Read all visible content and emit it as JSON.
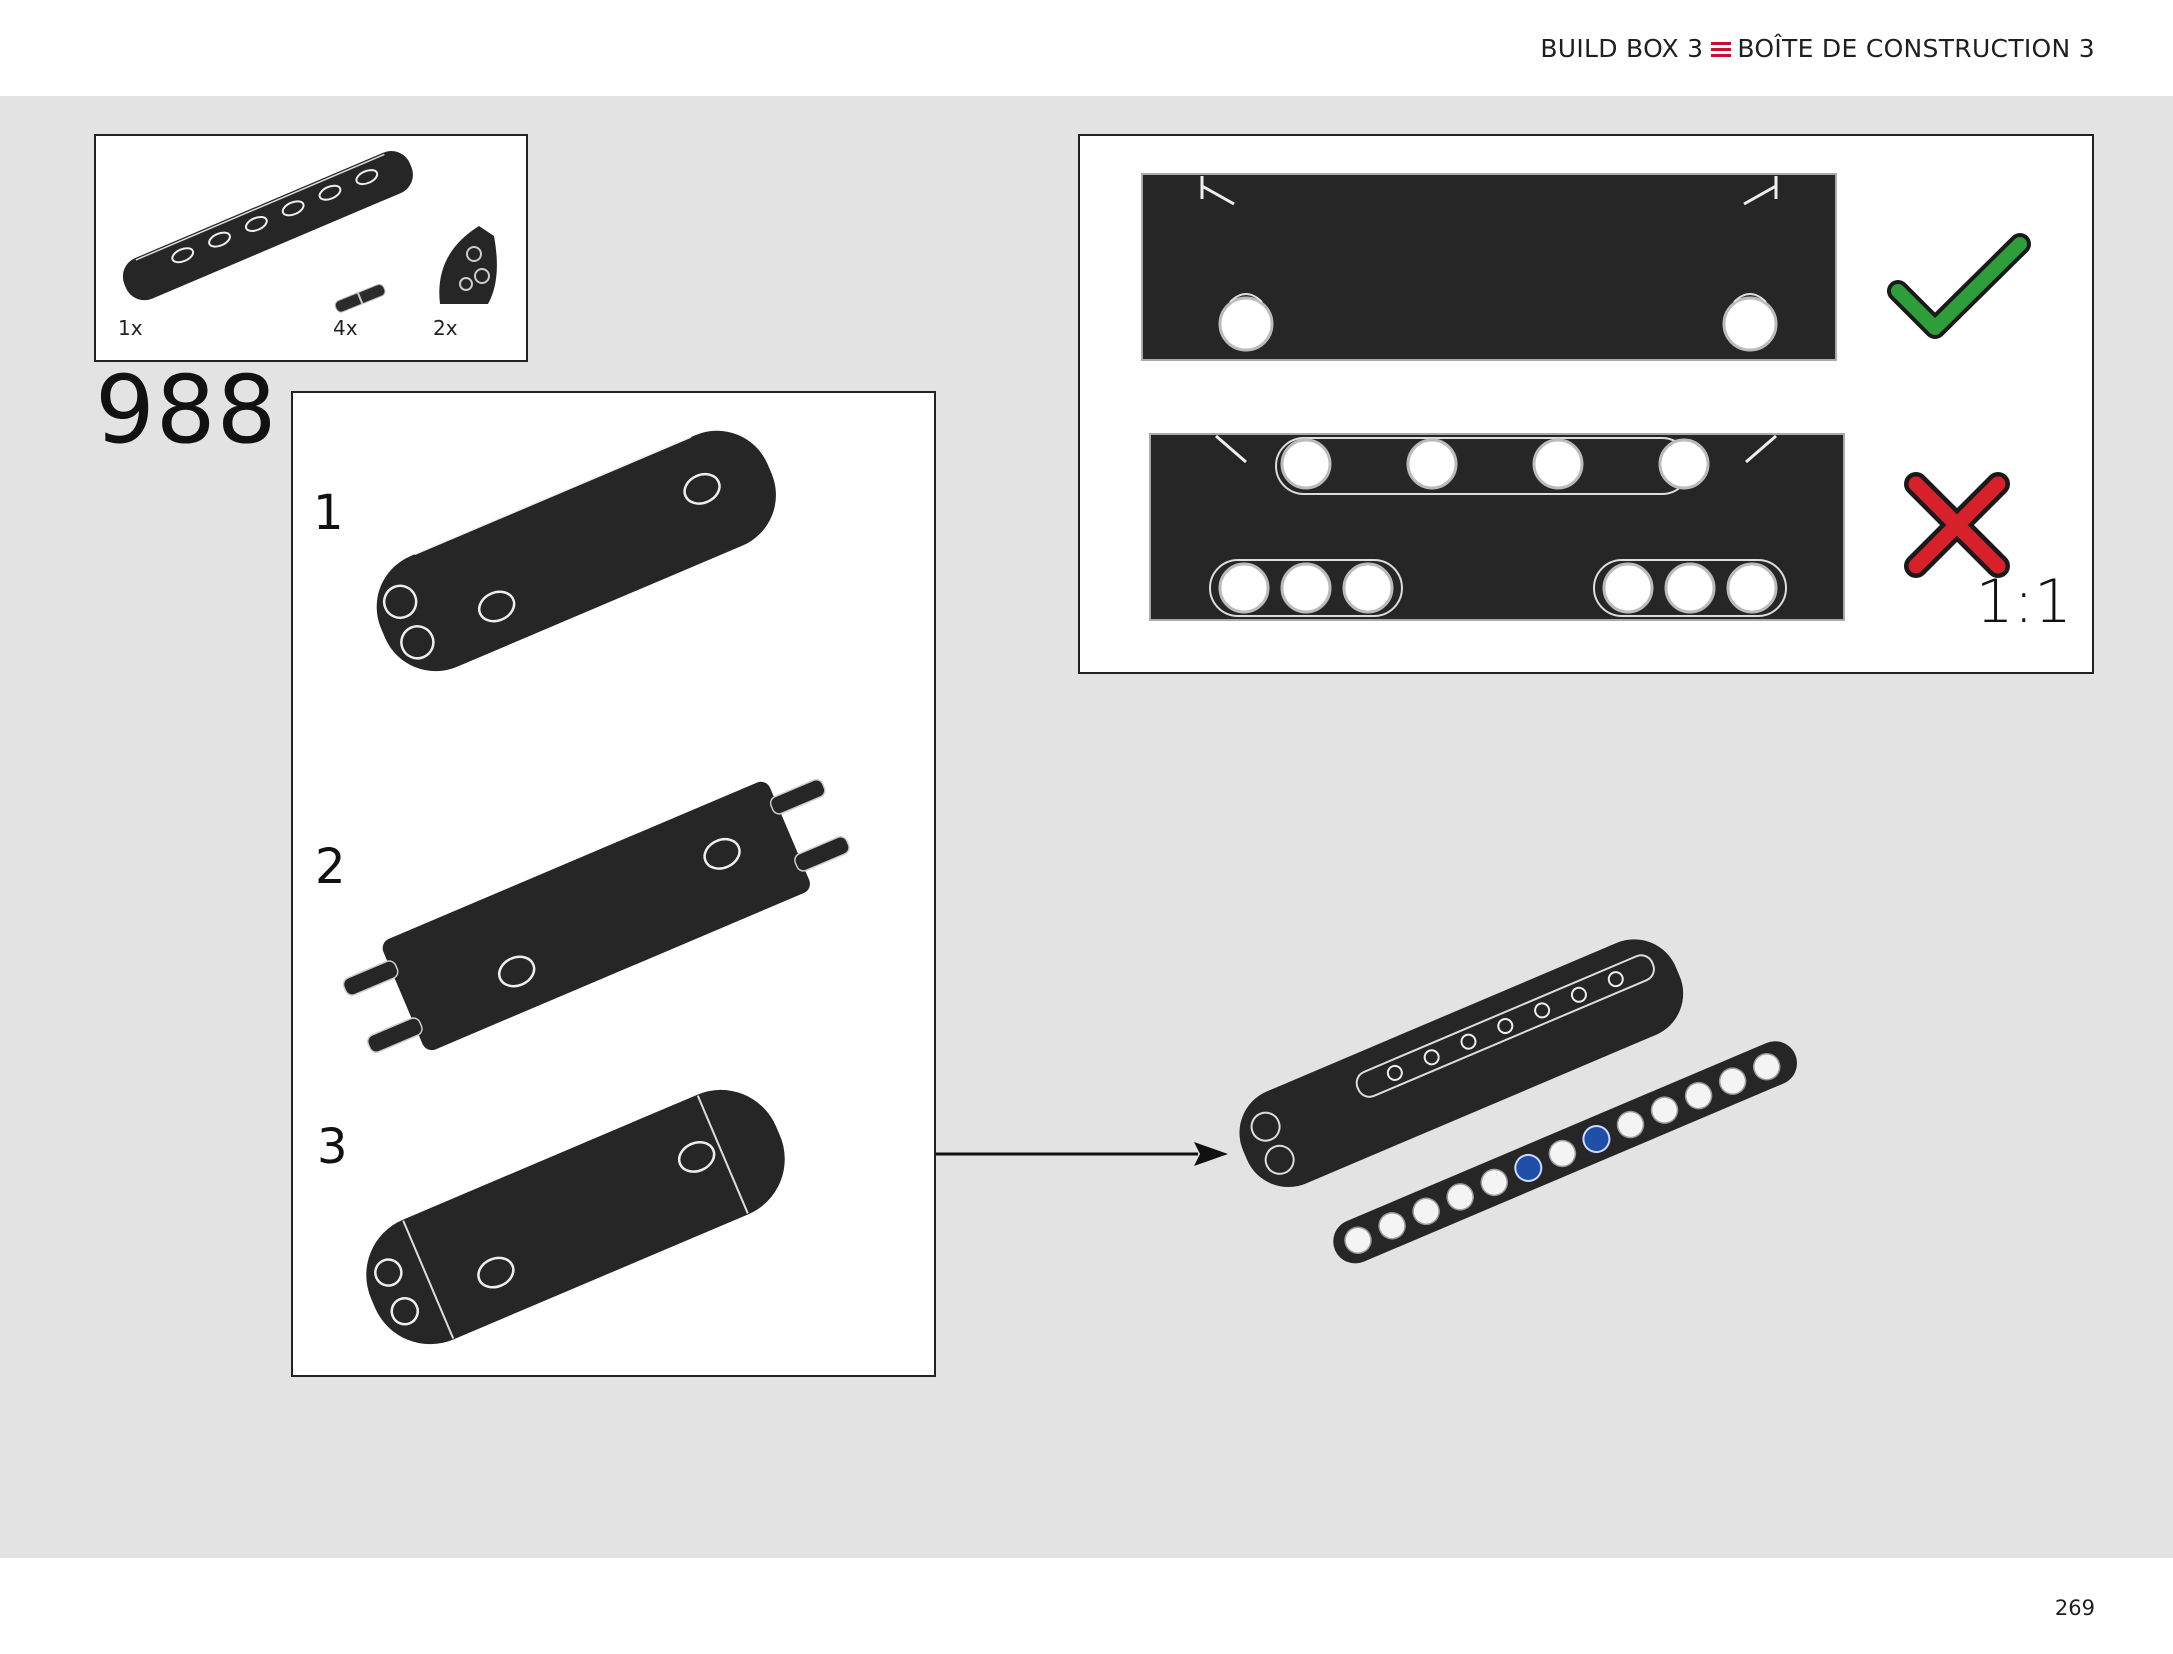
{
  "header": {
    "left_label": "BUILD BOX 3",
    "right_label": "BOÎTE DE CONSTRUCTION 3"
  },
  "parts_list": [
    {
      "name": "beam",
      "qty": "1x"
    },
    {
      "name": "pin",
      "qty": "4x"
    },
    {
      "name": "connector",
      "qty": "2x"
    }
  ],
  "step": {
    "number": "988",
    "substeps": [
      "1",
      "2",
      "3"
    ]
  },
  "callout": {
    "scale_label": "1:1",
    "correct_icon": "check-icon",
    "wrong_icon": "cross-icon"
  },
  "colors": {
    "part": "#262626",
    "check": "#2e9e3a",
    "cross": "#d6202a",
    "accent": "#c8102e",
    "blue_pin": "#1f4fa8"
  },
  "footer": {
    "page_number": "269"
  }
}
